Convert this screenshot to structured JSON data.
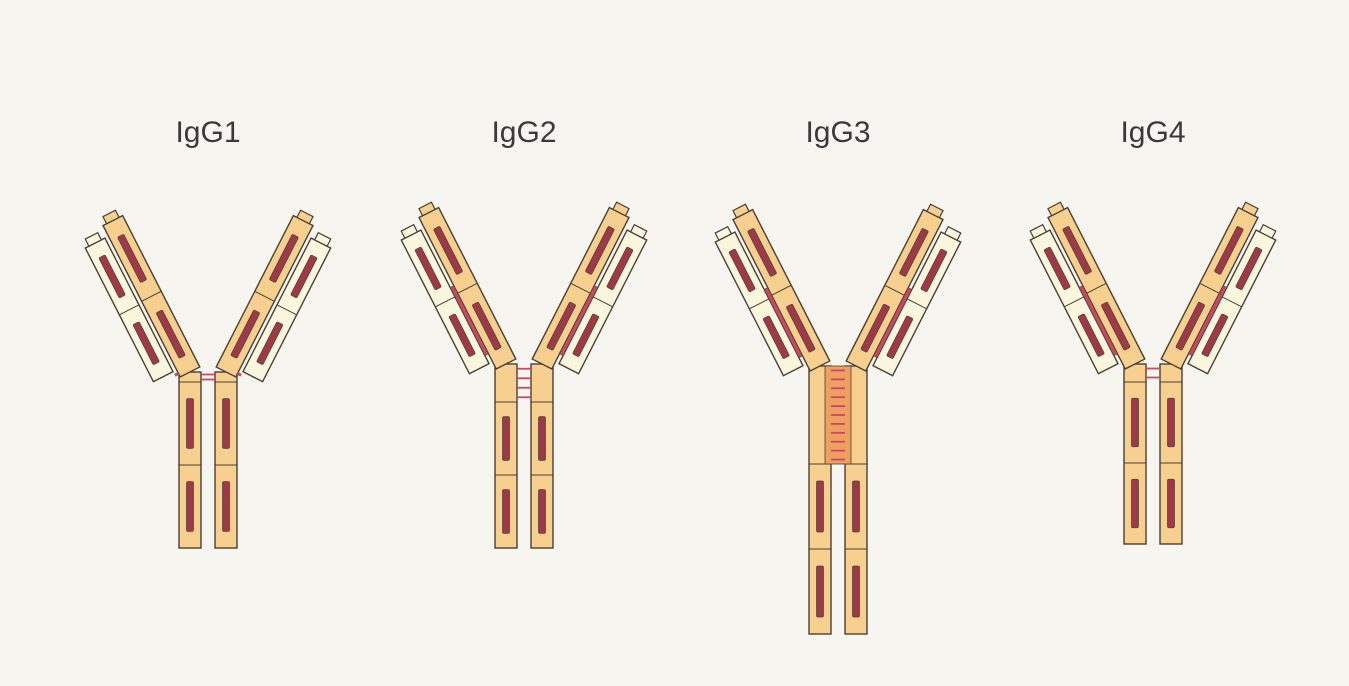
{
  "figure": {
    "antibodies": [
      {
        "label": "IgG1",
        "disulfide_bonds": 2
      },
      {
        "label": "IgG2",
        "disulfide_bonds": 4
      },
      {
        "label": "IgG3",
        "disulfide_bonds": 11
      },
      {
        "label": "IgG4",
        "disulfide_bonds": 2
      }
    ],
    "colors": {
      "heavy_chain": "#f7cf8f",
      "light_chain": "#faf5dd",
      "outline": "#4a4035",
      "intrachain_bond": "#9e3a48",
      "interchain_bond": "#c94a60",
      "hinge": "#efa060"
    }
  }
}
